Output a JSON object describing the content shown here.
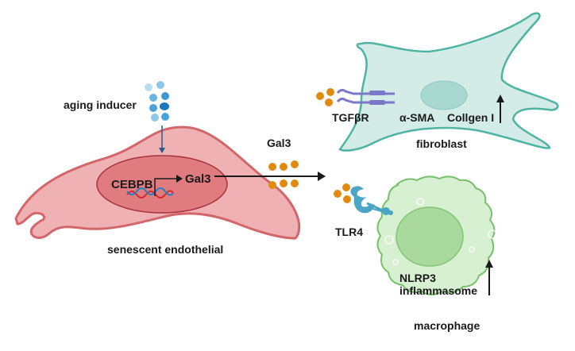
{
  "diagram": {
    "labels": {
      "aging_inducer": "aging inducer",
      "cebpb": "CEBPB",
      "gal3_gene": "Gal3",
      "gal3_secreted": "Gal3",
      "senescent_endothelial": "senescent endothelial",
      "tgfbr": "TGFβR",
      "a_sma": "α-SMA",
      "collagen": "Collgen I",
      "fibroblast": "fibroblast",
      "tlr4": "TLR4",
      "nlrp3_line1": "NLRP3",
      "nlrp3_line2": "inflammasome",
      "macrophage": "macrophage"
    },
    "colors": {
      "endothelial_fill": "#efb1b3",
      "endothelial_stroke": "#d2666b",
      "nucleus_fill": "#e07b80",
      "nucleus_stroke": "#a8333b",
      "fibroblast_fill": "#d3ece8",
      "fibroblast_stroke": "#4fb3a3",
      "fibroblast_nucleus": "#a8d8d0",
      "macrophage_fill": "#d8f0d2",
      "macrophage_stroke": "#78c06a",
      "macrophage_nucleus": "#a9d99d",
      "gal3_particle": "#e08a10",
      "receptor_tgfbr": "#7a78c8",
      "receptor_tlr4": "#4aa6c4",
      "inducer_particle": "#4aa3d8",
      "arrow": "#1a1a1a",
      "dna_red": "#d42a2a",
      "dna_blue": "#2a7fc4"
    }
  }
}
